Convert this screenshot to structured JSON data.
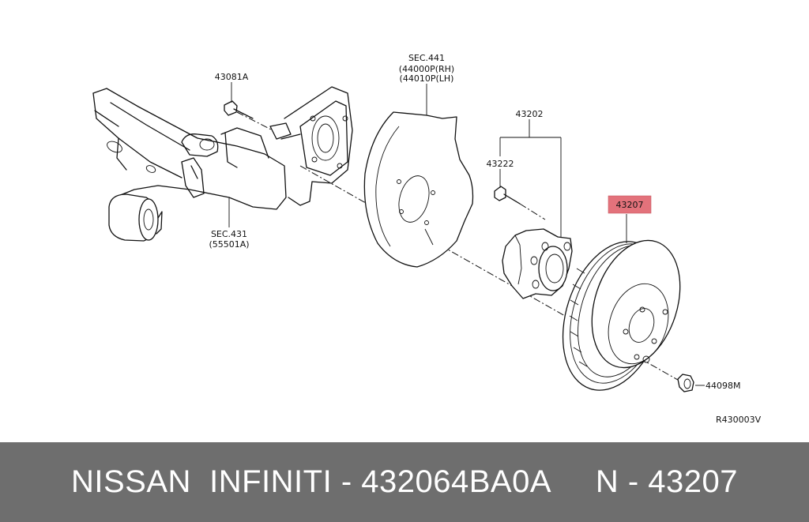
{
  "diagram": {
    "part_labels": {
      "bolt_upper": "43081A",
      "sec441_title": "SEC.441",
      "sec441_rh": "(44000P(RH)",
      "sec441_lh": "(44010P(LH)",
      "hub_group": "43202",
      "hub_bolt": "43222",
      "rotor": "43207",
      "nut": "44098M",
      "sec431_title": "SEC.431",
      "sec431_sub": "(55501A)",
      "drawing_ref": "R430003V"
    },
    "highlight_color": "#e3727b"
  },
  "footer": {
    "text": "NISSAN  INFINITI - 432064BA0A     N - 43207",
    "background": "#6e6e6e"
  }
}
